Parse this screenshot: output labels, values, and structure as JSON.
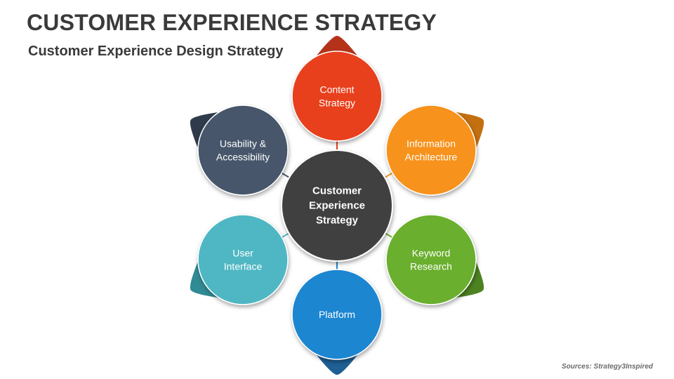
{
  "slide": {
    "title": "CUSTOMER EXPERIENCE STRATEGY",
    "subtitle": "Customer Experience Design Strategy",
    "source": "Sources: Strategy3Inspired"
  },
  "diagram": {
    "center": {
      "lines": [
        "Customer",
        "Experience",
        "Strategy"
      ],
      "color": "#404040"
    },
    "nodes": [
      {
        "id": "content-strategy",
        "lines": [
          "Content",
          "Strategy"
        ],
        "color": "#e8401c",
        "tail_color": "#b5321a"
      },
      {
        "id": "information-architecture",
        "lines": [
          "Information",
          "Architecture"
        ],
        "color": "#f7921e",
        "tail_color": "#c46f10"
      },
      {
        "id": "keyword-research",
        "lines": [
          "Keyword",
          "Research"
        ],
        "color": "#6aaf2d",
        "tail_color": "#4d8222"
      },
      {
        "id": "platform",
        "lines": [
          "Platform"
        ],
        "color": "#1f86d1",
        "tail_color": "#1f5f93"
      },
      {
        "id": "user-interface",
        "lines": [
          "User",
          "Interface"
        ],
        "color": "#4fb7c3",
        "tail_color": "#318a94"
      },
      {
        "id": "usability-accessibility",
        "lines": [
          "Usability &",
          "Accessibility"
        ],
        "color": "#46566b",
        "tail_color": "#2f3b4b"
      }
    ]
  }
}
